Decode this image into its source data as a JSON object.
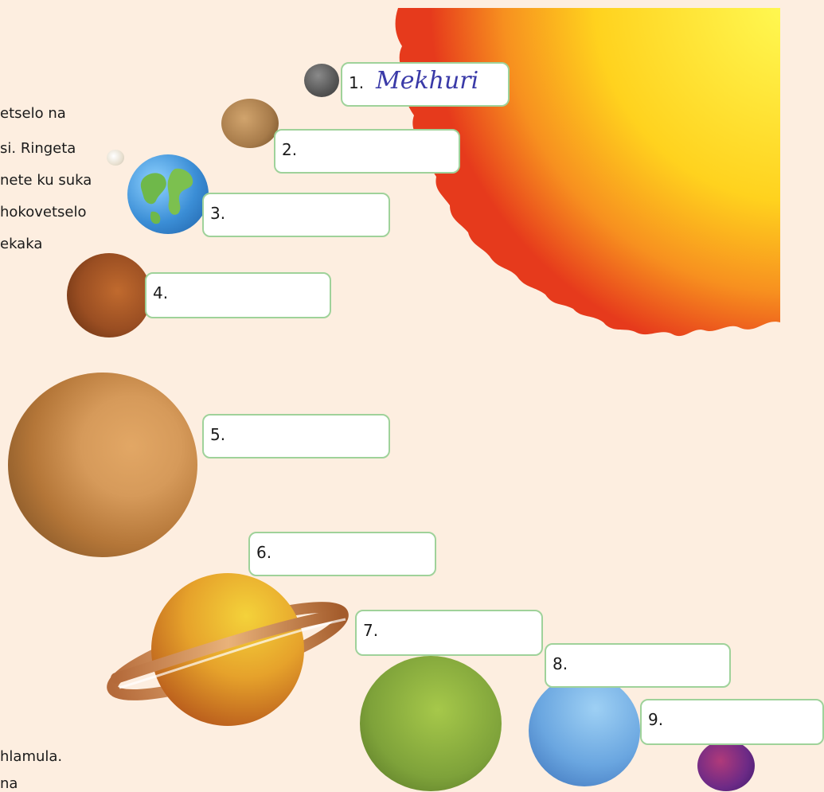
{
  "intro_text": {
    "lines": [
      "etselo na",
      "si. Ringeta",
      "nete ku suka",
      "hokovetselo",
      "ekaka"
    ]
  },
  "bottom_text": {
    "lines": [
      "hlamula.",
      "na"
    ]
  },
  "planets": [
    {
      "number": "1.",
      "answer": "Mekhuri",
      "color": "#5b5b5b",
      "icon": "mercury-icon"
    },
    {
      "number": "2.",
      "answer": "",
      "color": "#a77b4a",
      "icon": "venus-icon"
    },
    {
      "number": "3.",
      "answer": "",
      "color": "#3b8ed6",
      "icon": "earth-icon"
    },
    {
      "number": "4.",
      "answer": "",
      "color": "#9a4e22",
      "icon": "mars-icon"
    },
    {
      "number": "5.",
      "answer": "",
      "color": "#c48548",
      "icon": "jupiter-icon"
    },
    {
      "number": "6.",
      "answer": "",
      "color": "#e6a22b",
      "icon": "saturn-icon"
    },
    {
      "number": "7.",
      "answer": "",
      "color": "#7ea23a",
      "icon": "uranus-icon"
    },
    {
      "number": "8.",
      "answer": "",
      "color": "#6aa6e0",
      "icon": "neptune-icon"
    },
    {
      "number": "9.",
      "answer": "",
      "color": "#6c2a86",
      "icon": "pluto-icon"
    }
  ],
  "colors": {
    "background": "#fdeee0",
    "box_border": "#9fd29a",
    "sun_inner": "#fff23a",
    "sun_outer": "#e8321c",
    "answer_ink": "#3a3aa8"
  }
}
